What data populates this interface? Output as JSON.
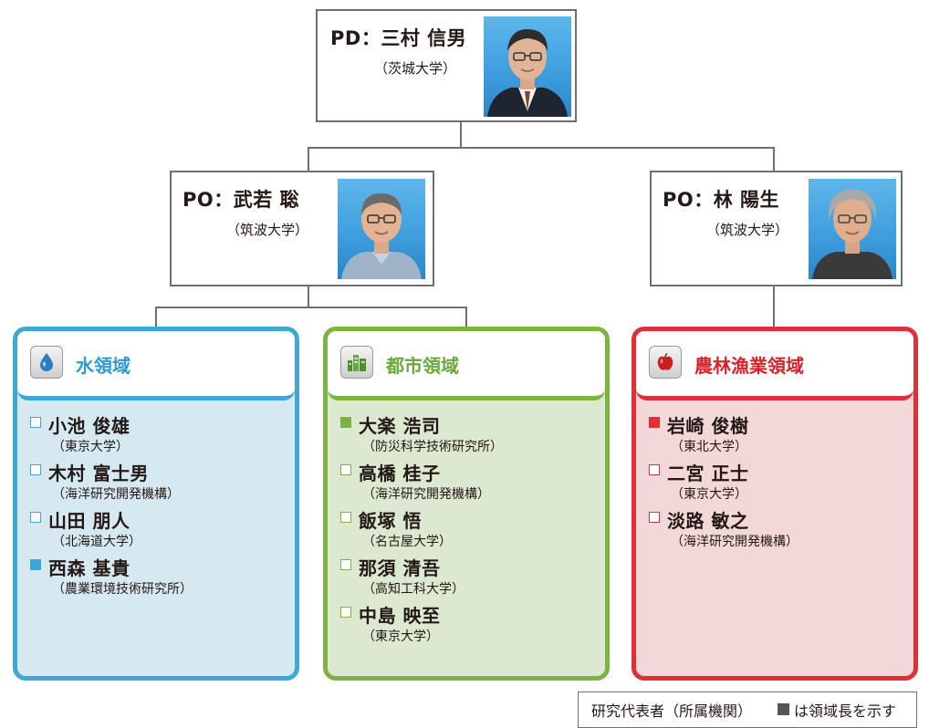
{
  "pd": {
    "name": "PD：三村 信男",
    "affiliation": "（茨城大学）"
  },
  "po_left": {
    "name": "PO：武若 聡",
    "affiliation": "（筑波大学）"
  },
  "po_right": {
    "name": "PO：林 陽生",
    "affiliation": "（筑波大学）"
  },
  "domains": [
    {
      "title": "水領域",
      "color": "#3fa7d6",
      "fill": "#d6e9f1",
      "icon": "water-drop-icon",
      "members": [
        {
          "name": "小池 俊雄",
          "affiliation": "（東京大学）",
          "lead": false
        },
        {
          "name": "木村 富士男",
          "affiliation": "（海洋研究開発機構）",
          "lead": false
        },
        {
          "name": "山田 朋人",
          "affiliation": "（北海道大学）",
          "lead": false
        },
        {
          "name": "西森 基貴",
          "affiliation": "（農業環境技術研究所）",
          "lead": true
        }
      ]
    },
    {
      "title": "都市領域",
      "color": "#7cb342",
      "fill": "#dce8cf",
      "icon": "buildings-icon",
      "members": [
        {
          "name": "大楽 浩司",
          "affiliation": "（防災科学技術研究所）",
          "lead": true
        },
        {
          "name": "高橋 桂子",
          "affiliation": "（海洋研究開発機構）",
          "lead": false
        },
        {
          "name": "飯塚 悟",
          "affiliation": "（名古屋大学）",
          "lead": false
        },
        {
          "name": "那須 清吾",
          "affiliation": "（高知工科大学）",
          "lead": false
        },
        {
          "name": "中島 映至",
          "affiliation": "（東京大学）",
          "lead": false
        }
      ]
    },
    {
      "title": "農林漁業領域",
      "color": "#e02f38",
      "fill": "#f3d8da",
      "icon": "apple-icon",
      "members": [
        {
          "name": "岩崎 俊樹",
          "affiliation": "（東北大学）",
          "lead": true
        },
        {
          "name": "二宮 正士",
          "affiliation": "（東京大学）",
          "lead": false
        },
        {
          "name": "淡路 敏之",
          "affiliation": "（海洋研究開発機構）",
          "lead": false
        }
      ]
    }
  ],
  "legend": {
    "text": "研究代表者（所属機関）",
    "note": "は領域長を示す"
  }
}
